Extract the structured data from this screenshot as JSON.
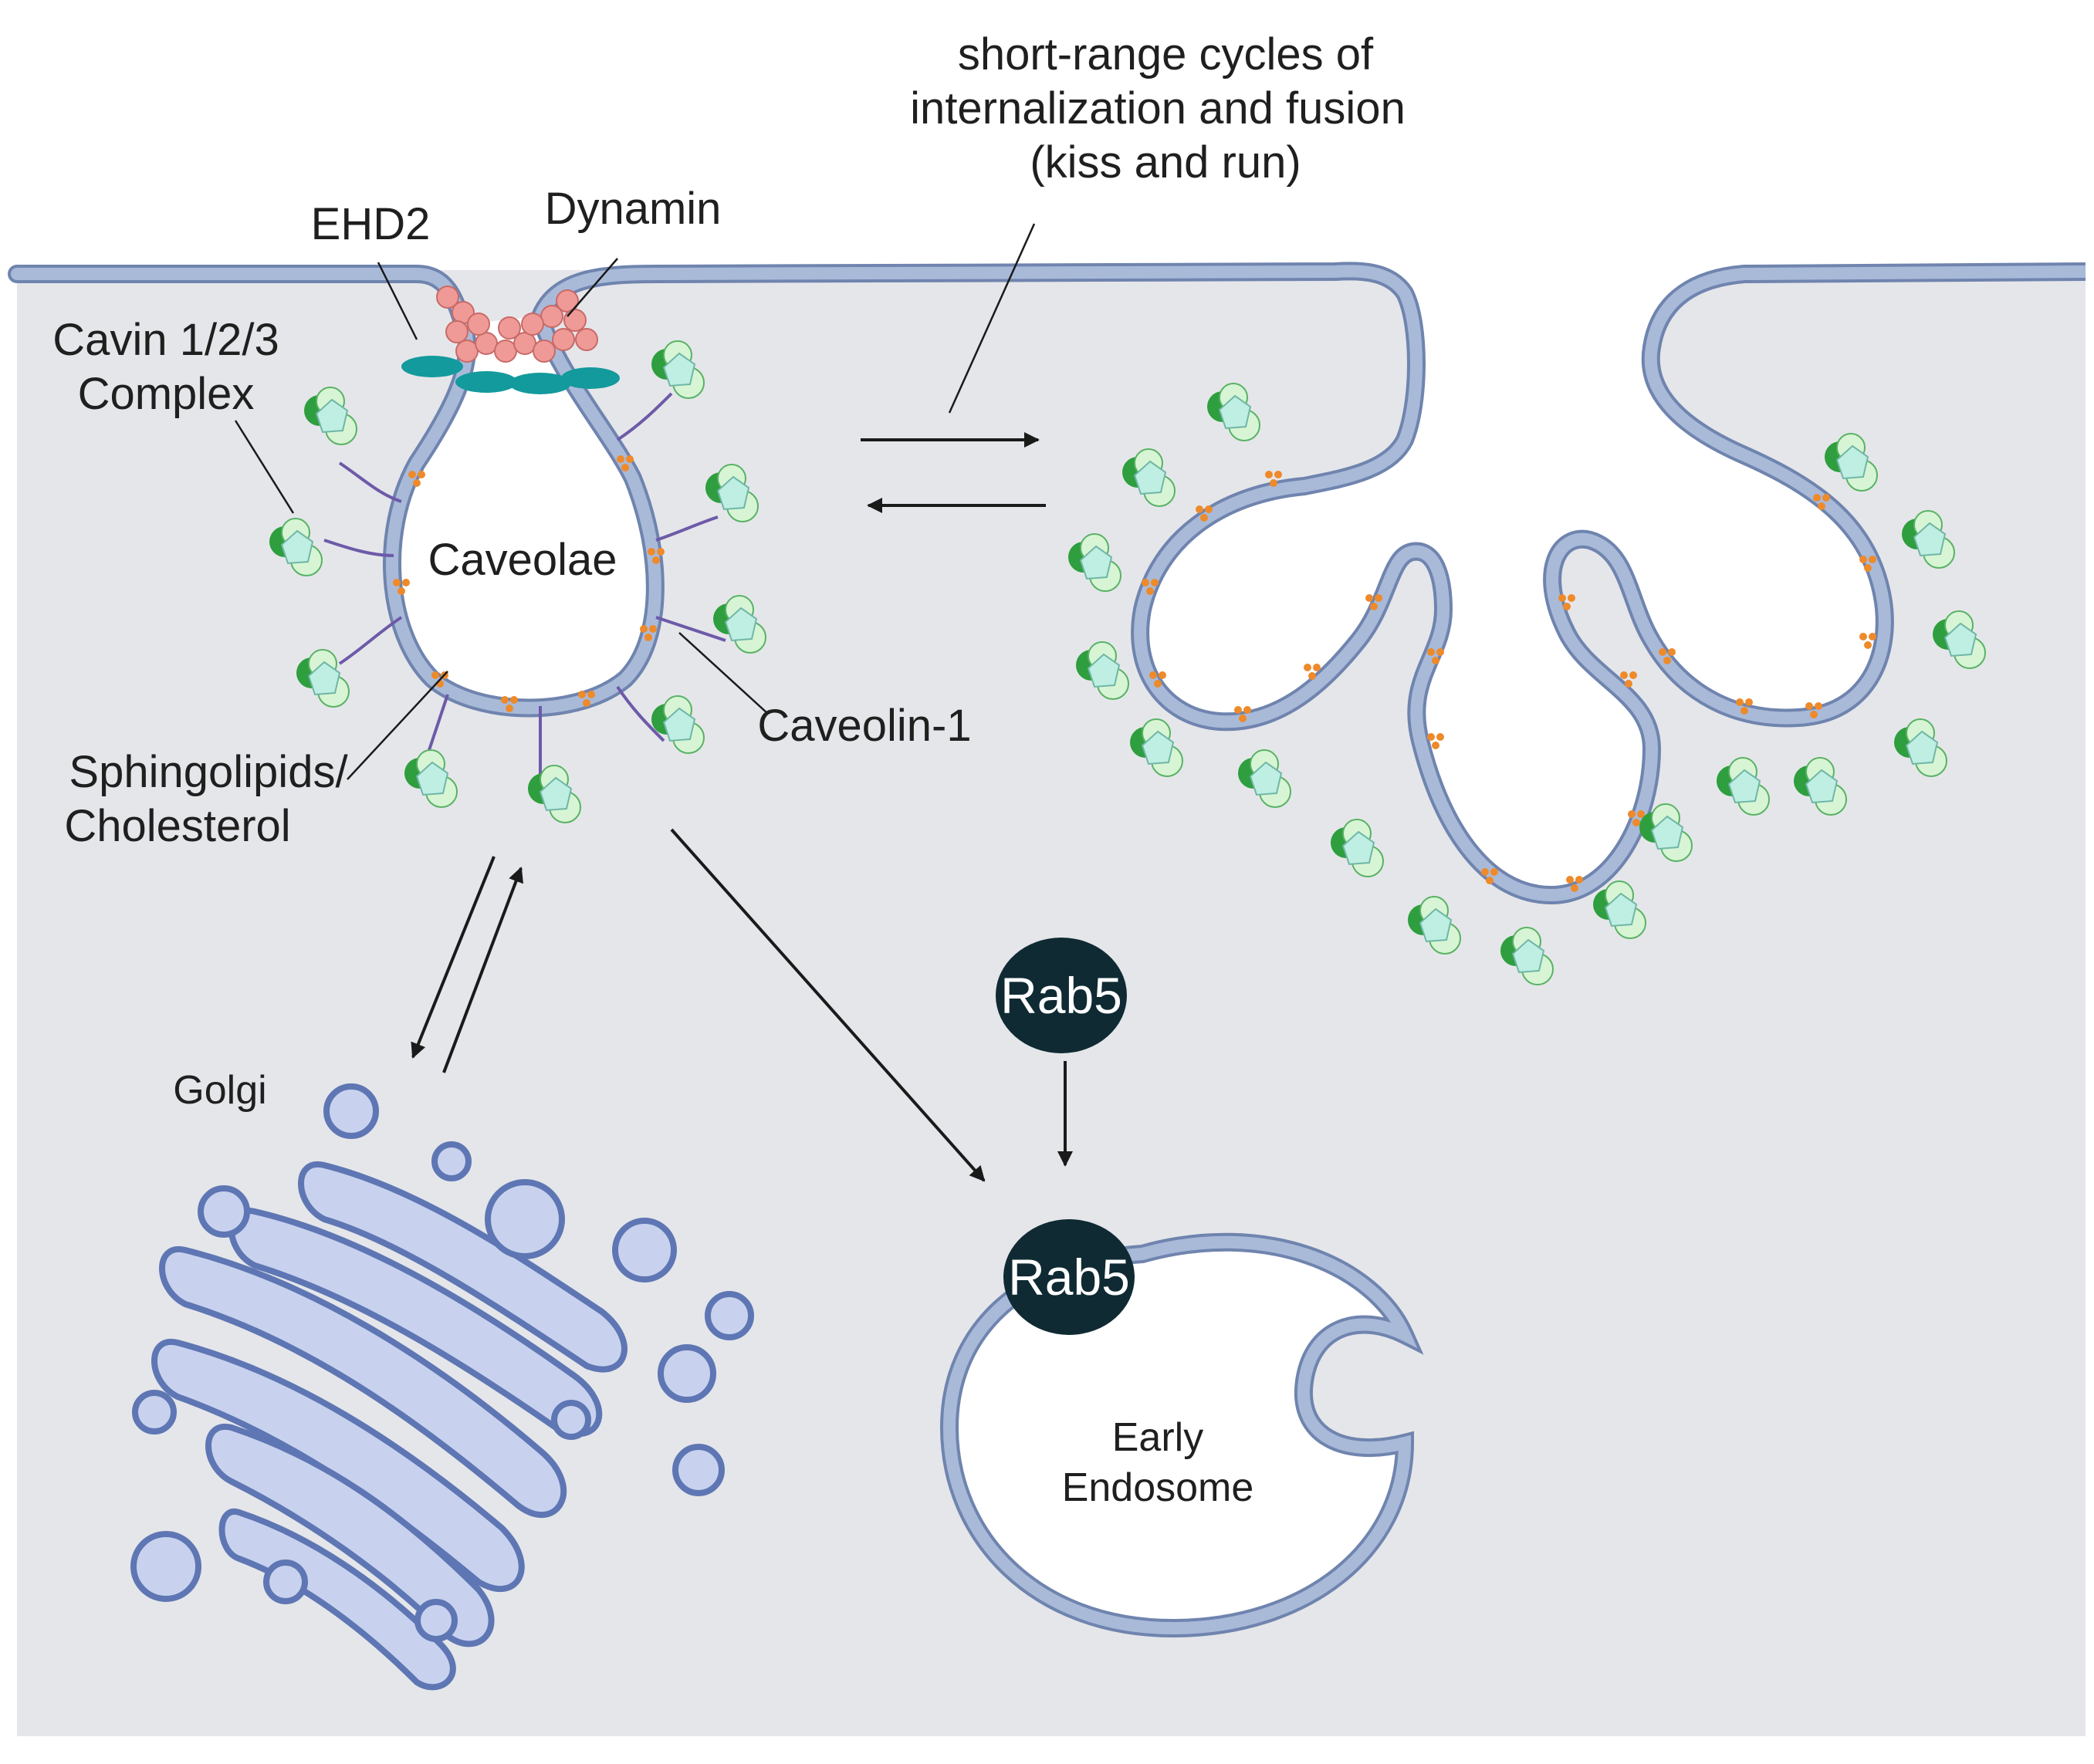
{
  "labels": {
    "kiss_run_line1": "short-range cycles of",
    "kiss_run_line2": "internalization and fusion",
    "kiss_run_line3": "(kiss and run)",
    "ehd2": "EHD2",
    "dynamin": "Dynamin",
    "cavin_line1": "Cavin 1/2/3",
    "cavin_line2": "Complex",
    "caveolae": "Caveolae",
    "caveolin": "Caveolin-1",
    "sphingo_line1": "Sphingolipids/",
    "sphingo_line2": "Cholesterol",
    "golgi": "Golgi",
    "rab5_free": "Rab5",
    "rab5_bound": "Rab5",
    "endosome_line1": "Early",
    "endosome_line2": "Endosome"
  },
  "colors": {
    "cytoplasm": "#e5e6ea",
    "membrane": "#a9bad9",
    "membrane_outline": "#6f84ae",
    "golgi": "#c8d2ee",
    "dynamin": "#ef9a96",
    "ehd2": "#129a9c",
    "rab5": "#0f2a33",
    "cavin_dark": "#2e9e3e",
    "cavin_light": "#d7f5d4",
    "caveolin": "#6d5aa8",
    "lipid": "#ee8a2a"
  },
  "icons": {
    "cavin_complex": "cavin-complex-icon",
    "caveolin": "caveolin-icon"
  }
}
